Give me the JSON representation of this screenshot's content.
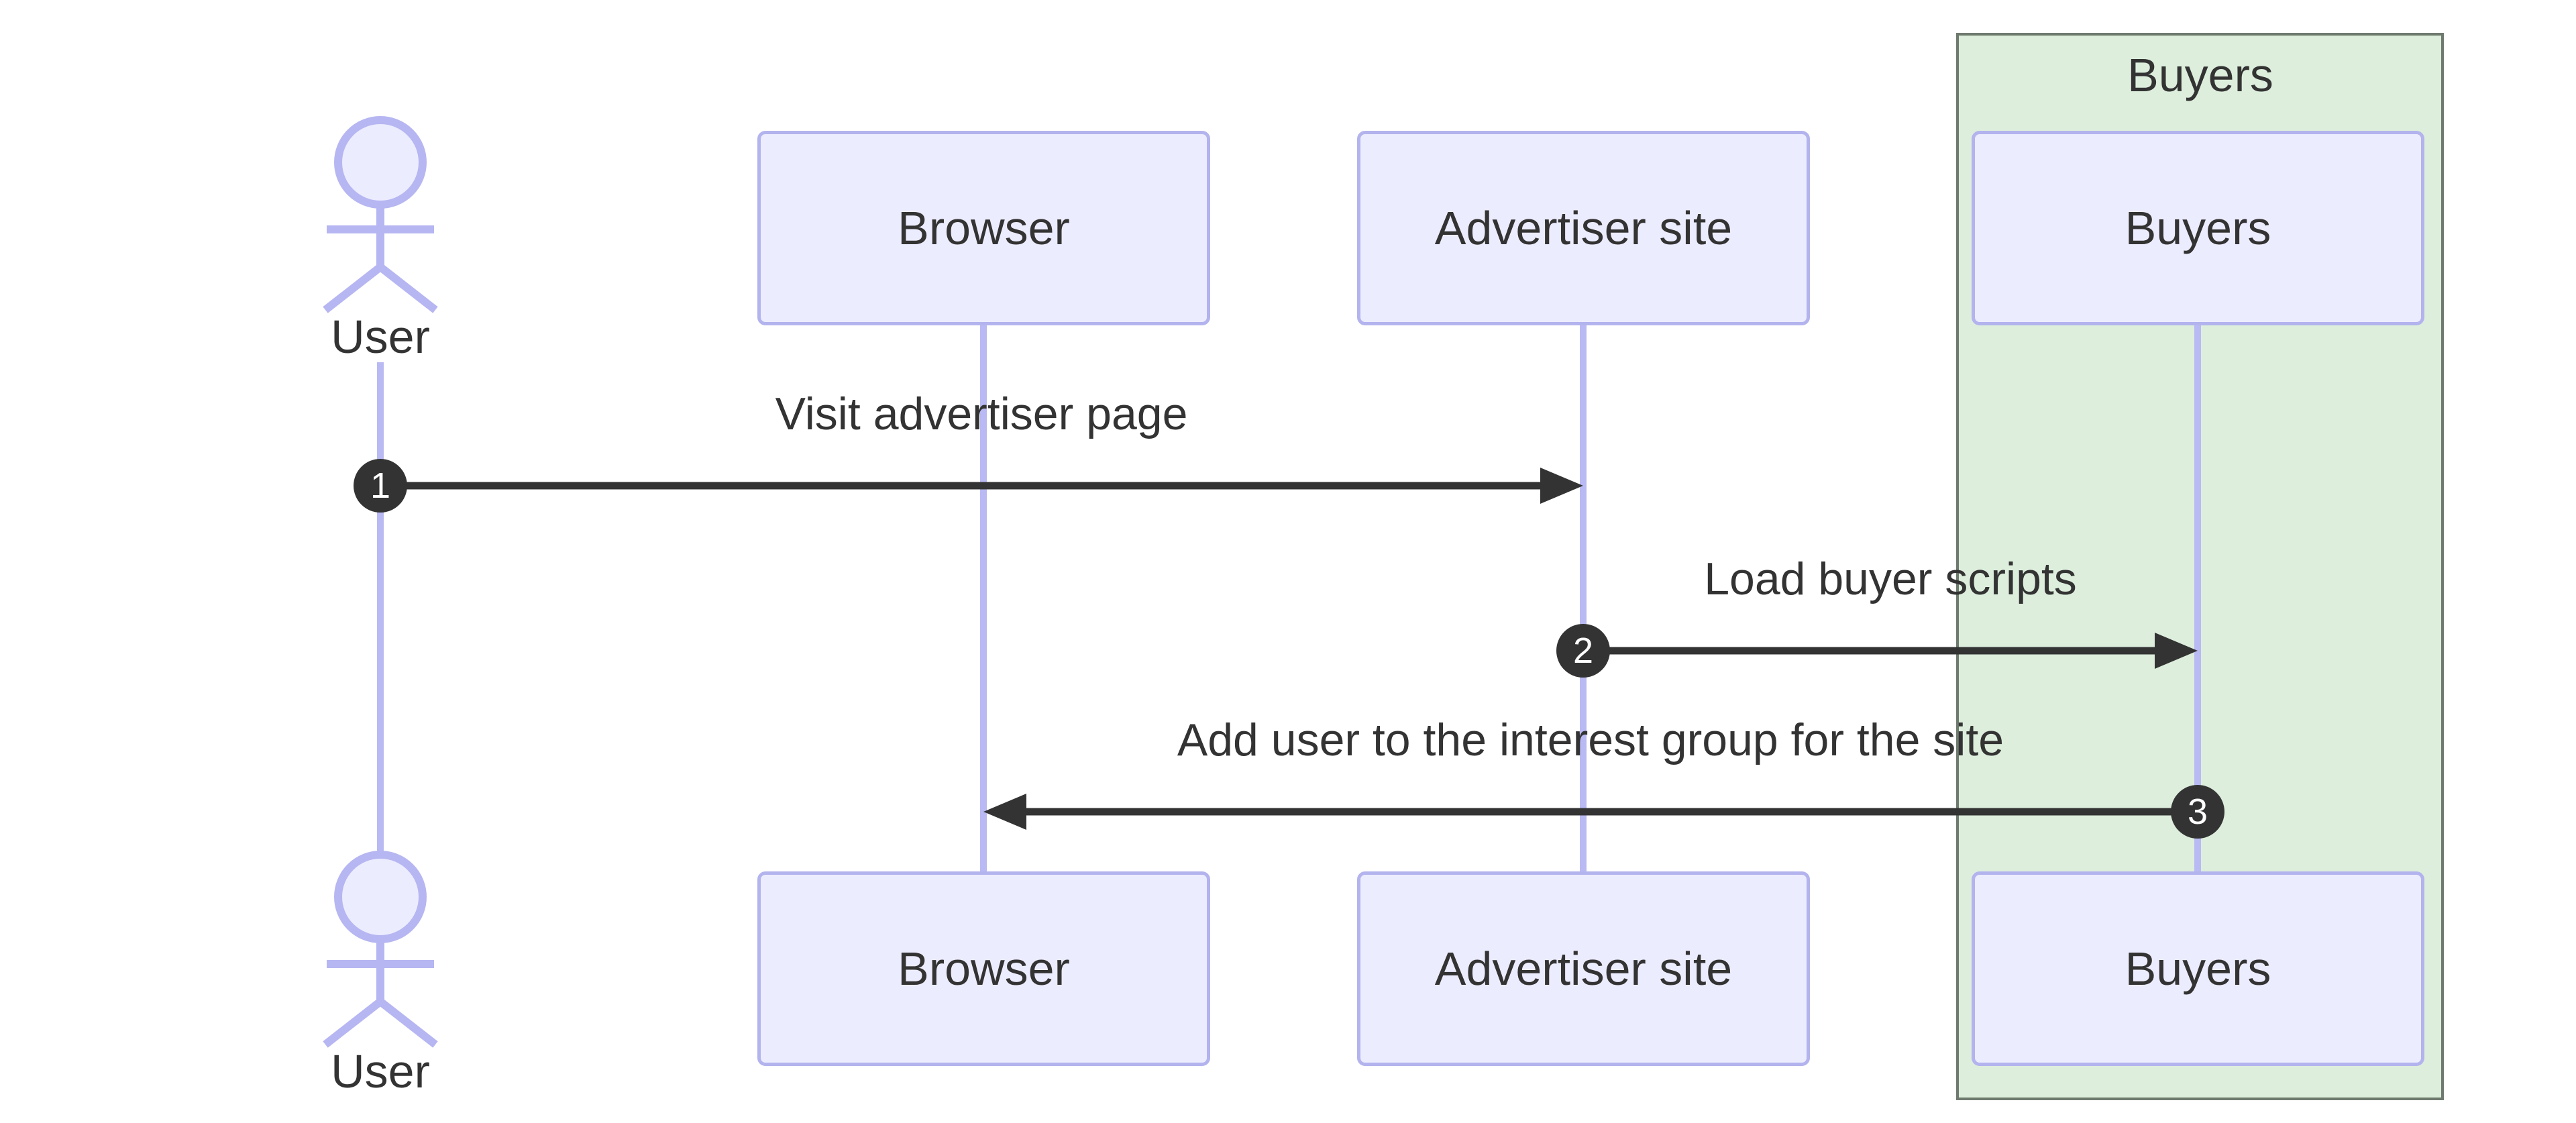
{
  "diagram_type": "sequence-diagram",
  "actor": {
    "label": "User"
  },
  "participants": [
    {
      "label": "Browser"
    },
    {
      "label": "Advertiser site"
    },
    {
      "label": "Buyers"
    }
  ],
  "group": {
    "label": "Buyers"
  },
  "messages": [
    {
      "number": "1",
      "label": "Visit advertiser page",
      "from": "User",
      "to": "Advertiser site",
      "direction": "right"
    },
    {
      "number": "2",
      "label": "Load buyer scripts",
      "from": "Advertiser site",
      "to": "Buyers",
      "direction": "right"
    },
    {
      "number": "3",
      "label": "Add user to the interest group for the site",
      "from": "Buyers",
      "to": "Browser",
      "direction": "left"
    }
  ],
  "colors": {
    "background": "#ffffff",
    "participant_fill": "#ECECFF",
    "participant_border": "#b3b3ee",
    "lifeline": "#b9b9f4",
    "actor_stroke": "#b6b6f2",
    "group_fill": "#ddeedd",
    "group_border": "#6e7a6e",
    "text": "#333333",
    "arrow": "#333333",
    "badge_fill": "#333333",
    "badge_text": "#ffffff"
  }
}
